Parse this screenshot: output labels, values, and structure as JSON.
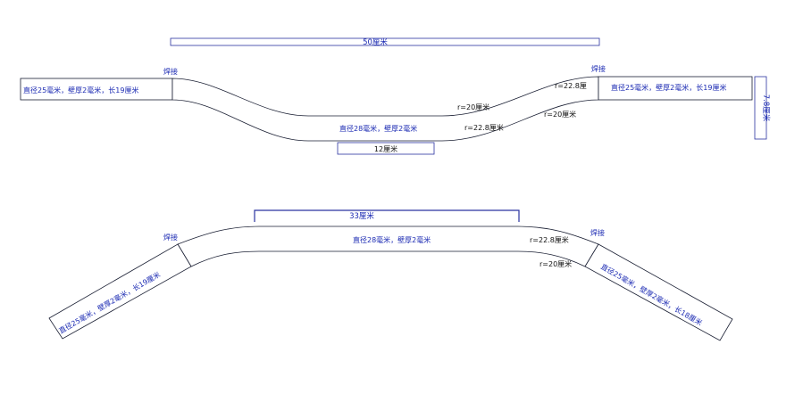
{
  "colors": {
    "label_blue": "#1c2bb3",
    "outline": "#1a1f33",
    "dimension_blue": "#2a33a0",
    "background": "#ffffff"
  },
  "top_diagram": {
    "overall_length": "50厘米",
    "weld_left": "焊接",
    "weld_right": "焊接",
    "left_pipe_spec": "直径25毫米，壁厚2毫米，长19厘米",
    "right_pipe_spec": "直径25毫米，壁厚2毫米，长19厘米",
    "middle_pipe_spec": "直径28毫米，壁厚2毫米",
    "radius_inner_middle": "r=20厘米",
    "radius_outer_middle": "r=22.8厘米",
    "radius_outer_right": "r=22.8厘",
    "radius_inner_right": "r=20厘米",
    "bottom_flat_length": "12厘米",
    "drop_height": "7.8厘米"
  },
  "bottom_diagram": {
    "top_flat_length": "33厘米",
    "weld_left": "焊接",
    "weld_right": "焊接",
    "left_pipe_spec": "直径25毫米，壁厚2毫米，长19厘米",
    "right_pipe_spec": "直径25毫米，壁厚2毫米，长18厘米",
    "middle_pipe_spec": "直径28毫米，壁厚2毫米",
    "radius_outer": "r=22.8厘米",
    "radius_inner": "r=20厘米"
  }
}
